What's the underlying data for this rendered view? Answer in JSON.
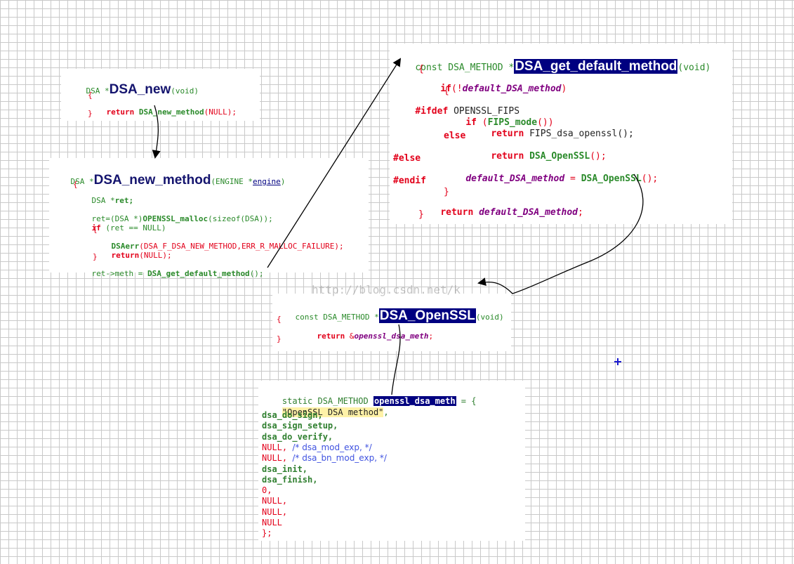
{
  "dsa_new": {
    "ret_type": "DSA *",
    "name": "DSA_new",
    "params": "(void)",
    "open": "{",
    "kw_return": "return",
    "call": "DSA_new_method",
    "args": "(NULL);",
    "close": "}"
  },
  "dsa_new_method": {
    "ret_type": "DSA *",
    "name": "DSA_new_method",
    "params_pre": "(ENGINE *",
    "param_name": "engine",
    "params_post": ")",
    "open": "{",
    "decl_type": "DSA *",
    "decl_var": "ret;",
    "alloc_pre": "ret=(DSA *)",
    "alloc_fn": "OPENSSL_malloc",
    "alloc_args": "(sizeof(DSA));",
    "if_kw": "if",
    "if_cond": " (ret == NULL)",
    "inner_open": "{",
    "err_fn": "DSAerr",
    "err_args": "(DSA_F_DSA_NEW_METHOD,ERR_R_MALLOC_FAILURE);",
    "kw_return": "return",
    "return_args": "(NULL);",
    "inner_close": "}",
    "meth_pre": "ret->meth = ",
    "meth_call": "DSA_get_default_method",
    "meth_post": "();"
  },
  "get_default": {
    "ret_type": "const DSA_METHOD *",
    "name": "DSA_get_default_method",
    "params": "(void)",
    "open": "{",
    "if_kw": "if",
    "if_cond_pre": "(!",
    "if_var": "default_DSA_method",
    "if_cond_post": ")",
    "inner_open": "{",
    "ifdef_kw": "#ifdef",
    "ifdef_sym": " OPENSSL_FIPS",
    "if2_kw": "if",
    "if2_pre": " (",
    "if2_fn": "FIPS_mode",
    "if2_post": "())",
    "ret1_kw": "return",
    "ret1_val": " FIPS_dsa_openssl();",
    "else_kw": "else",
    "ret2_kw": "return",
    "ret2_fn": " DSA_OpenSSL",
    "ret2_post": "();",
    "else_pp": "#else",
    "assign_var": "default_DSA_method",
    "assign_op": " = ",
    "assign_fn": "DSA_OpenSSL",
    "assign_post": "();",
    "endif_kw": "#endif",
    "inner_close": "}",
    "ret3_kw": "return",
    "ret3_var": "default_DSA_method",
    "ret3_post": ";",
    "close": "}"
  },
  "dsa_openssl": {
    "ret_type": "const DSA_METHOD *",
    "name": "DSA_OpenSSL",
    "params": "(void)",
    "open": "{",
    "kw_return": "return",
    "amp": " &",
    "var": "openssl_dsa_meth",
    "semi": ";",
    "close": "}"
  },
  "meth_struct": {
    "decl": "static DSA_METHOD ",
    "name": "openssl_dsa_meth",
    "assign": " = {",
    "string": "\"OpenSSL DSA method\"",
    "comma": ",",
    "lines": [
      {
        "kind": "fn",
        "text": "dsa_do_sign,"
      },
      {
        "kind": "fn",
        "text": "dsa_sign_setup,"
      },
      {
        "kind": "fn",
        "text": "dsa_do_verify,"
      },
      {
        "kind": "null",
        "text": "NULL, ",
        "comment": "/* dsa_mod_exp, */"
      },
      {
        "kind": "null",
        "text": "NULL, ",
        "comment": "/* dsa_bn_mod_exp, */"
      },
      {
        "kind": "fn",
        "text": "dsa_init,"
      },
      {
        "kind": "fn",
        "text": "dsa_finish,"
      },
      {
        "kind": "null",
        "text": "0,"
      },
      {
        "kind": "null",
        "text": "NULL,"
      },
      {
        "kind": "null",
        "text": "NULL,"
      },
      {
        "kind": "null",
        "text": "NULL"
      },
      {
        "kind": "close",
        "text": "};"
      }
    ]
  },
  "watermark": "http://blog.csdn.net/k"
}
